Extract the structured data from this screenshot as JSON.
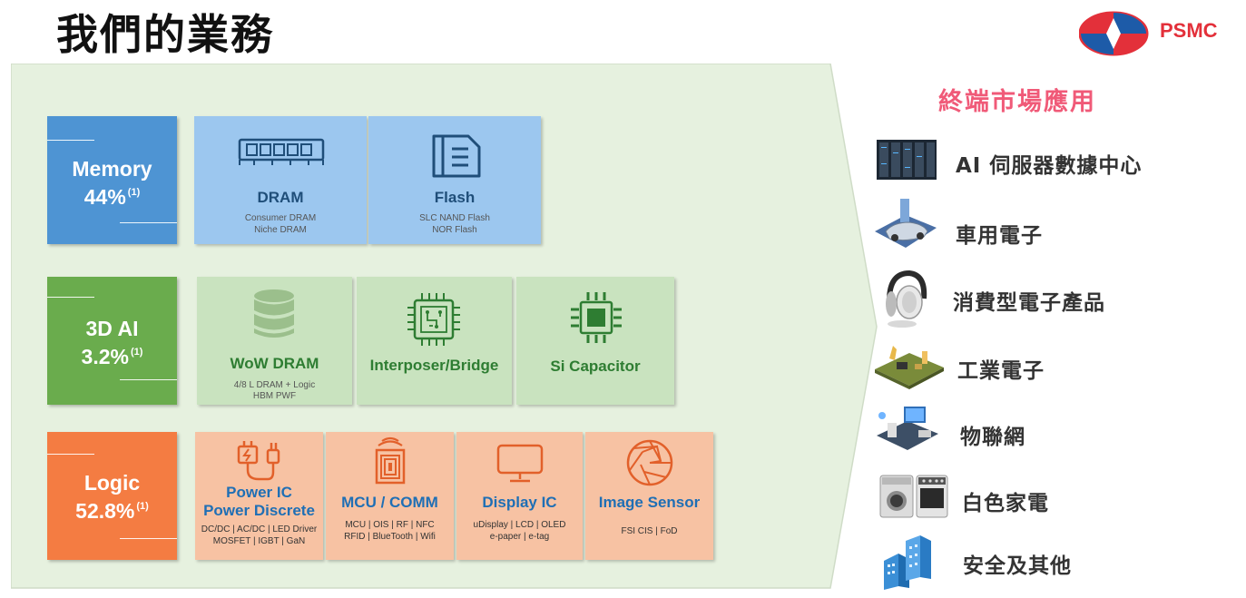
{
  "page_title": "我們的業務",
  "logo": {
    "text": "PSMC"
  },
  "categories": {
    "memory": {
      "name": "Memory",
      "percent": "44%",
      "note": "(1)",
      "color": "#4e94d3"
    },
    "ai3d": {
      "name": "3D AI",
      "percent": "3.2%",
      "note": "(1)",
      "color": "#6aac4d"
    },
    "logic": {
      "name": "Logic",
      "percent": "52.8%",
      "note": "(1)",
      "color": "#f47c42"
    }
  },
  "memory_items": [
    {
      "label": "DRAM",
      "sub1": "Consumer DRAM",
      "sub2": "Niche DRAM",
      "icon": "dram-module-icon"
    },
    {
      "label": "Flash",
      "sub1": "SLC NAND Flash",
      "sub2": "NOR Flash",
      "icon": "sd-card-icon"
    }
  ],
  "ai_items": [
    {
      "label": "WoW DRAM",
      "sub1": "4/8 L DRAM + Logic",
      "sub2": "HBM PWF",
      "icon": "database-icon"
    },
    {
      "label": "Interposer/Bridge",
      "sub1": "",
      "sub2": "",
      "icon": "circuit-chip-icon"
    },
    {
      "label": "Si Capacitor",
      "sub1": "",
      "sub2": "",
      "icon": "chip-icon"
    }
  ],
  "logic_items": [
    {
      "label1": "Power IC",
      "label2": "Power Discrete",
      "sub1": "DC/DC | AC/DC | LED Driver",
      "sub2": "MOSFET | IGBT | GaN",
      "icon": "charger-plug-icon"
    },
    {
      "label1": "MCU / COMM",
      "label2": "",
      "sub1": "MCU | OIS | RF | NFC",
      "sub2": "RFID | BlueTooth | Wifi",
      "icon": "nfc-icon"
    },
    {
      "label1": "Display IC",
      "label2": "",
      "sub1": "uDisplay | LCD | OLED",
      "sub2": "e-paper | e-tag",
      "icon": "monitor-icon"
    },
    {
      "label1": "Image Sensor",
      "label2": "",
      "sub1": "FSI CIS | FoD",
      "sub2": "",
      "icon": "aperture-icon"
    }
  ],
  "markets": {
    "title": "終端市場應用",
    "items": [
      {
        "label": "AI 伺服器數據中心",
        "icon": "server-rack-icon"
      },
      {
        "label": "車用電子",
        "icon": "car-icon"
      },
      {
        "label": "消費型電子產品",
        "icon": "headphones-icon"
      },
      {
        "label": "工業電子",
        "icon": "circuit-board-icon"
      },
      {
        "label": "物聯網",
        "icon": "smart-home-icon"
      },
      {
        "label": "白色家電",
        "icon": "appliances-icon"
      },
      {
        "label": "安全及其他",
        "icon": "buildings-icon"
      }
    ]
  }
}
